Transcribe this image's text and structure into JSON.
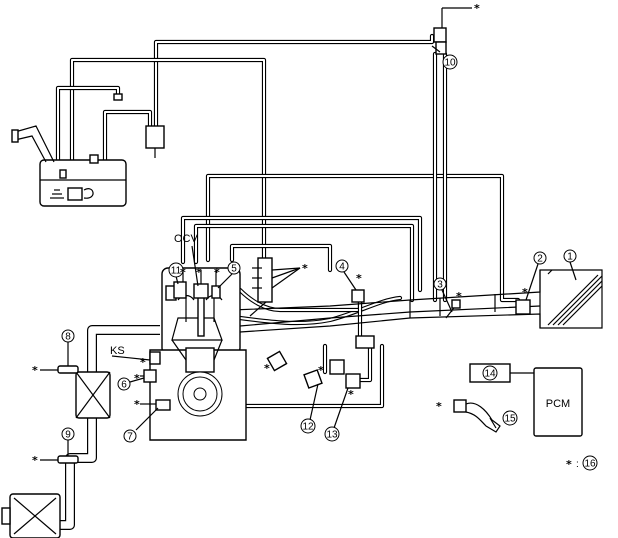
{
  "labels": {
    "l1": "1",
    "l2": "2",
    "l3": "3",
    "l4": "4",
    "l5": "5",
    "l6": "6",
    "l7": "7",
    "l8": "8",
    "l9": "9",
    "l10": "10",
    "l11": "11",
    "l12": "12",
    "l13": "13",
    "l14": "14",
    "l15": "15",
    "l16": "16"
  },
  "text": {
    "ocv": "OCV",
    "ks": "KS",
    "pcm": "PCM",
    "star": "*",
    "legend_sep": ":"
  }
}
